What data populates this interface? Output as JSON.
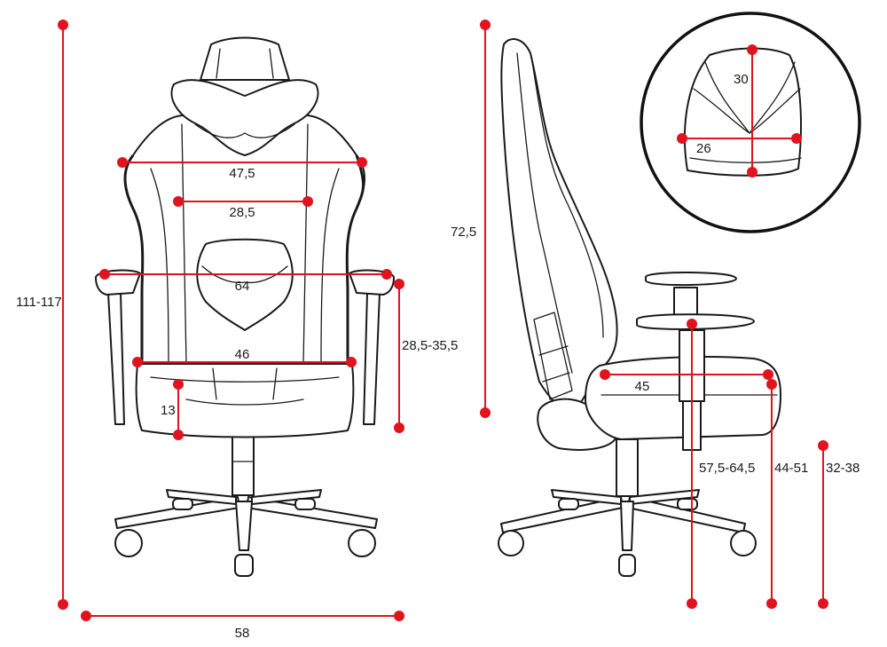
{
  "colors": {
    "dimension": "#e0141e",
    "outline": "#1a1a1a",
    "background": "#ffffff"
  },
  "front_view": {
    "overall_height": "111-117",
    "shoulder_width": "47,5",
    "headrest_rest_width": "28,5",
    "armrest_span": "64",
    "seat_width": "46",
    "seat_cushion_height": "13",
    "armrest_height": "28,5-35,5",
    "base_width": "58"
  },
  "side_view": {
    "backrest_height": "72,5",
    "seat_depth": "45",
    "armrest_floor_height": "57,5-64,5",
    "seat_floor_height": "44-51",
    "cylinder_height": "32-38"
  },
  "pillow_detail": {
    "height": "30",
    "width": "26"
  }
}
